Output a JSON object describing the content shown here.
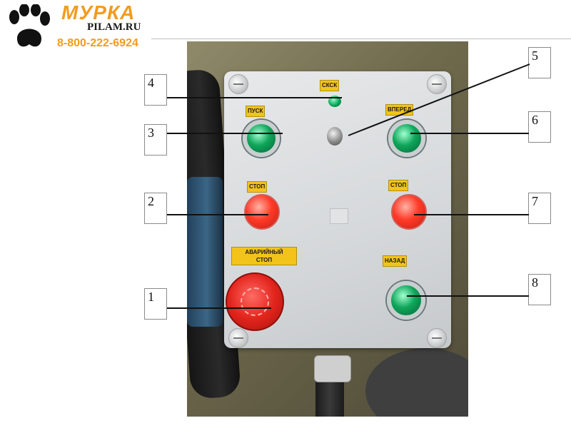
{
  "logo": {
    "brand": "МУРКА",
    "domain": "PILAM.RU",
    "phone": "8-800-222-6924"
  },
  "labels": {
    "indicator": "СКСК",
    "start": "ПУСК",
    "forward": "ВПЕРЕД",
    "stop_left": "СТОП",
    "stop_right": "СТОП",
    "emergency_line1": "АВАРИЙНЫЙ",
    "emergency_line2": "СТОП",
    "back": "НАЗАД"
  },
  "callouts": [
    "1",
    "2",
    "3",
    "4",
    "5",
    "6",
    "7",
    "8"
  ],
  "colors": {
    "brand_orange": "#f39b1f",
    "label_yellow": "#f2c41a",
    "button_green": "#0fa65a",
    "button_red": "#ff3b28"
  }
}
